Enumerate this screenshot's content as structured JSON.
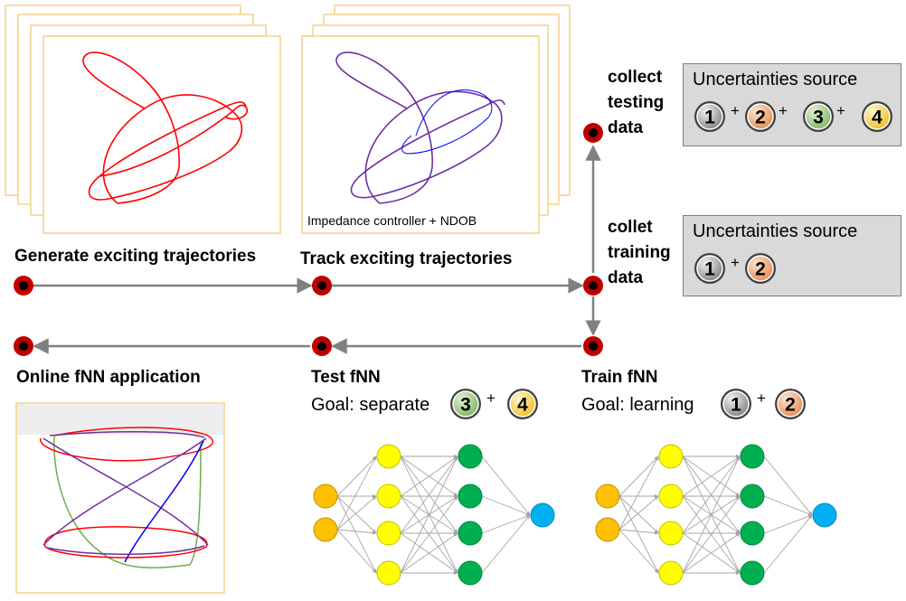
{
  "steps": {
    "generate": "Generate exciting trajectories",
    "track": "Track exciting trajectories",
    "online": "Online fNN application",
    "test": "Test fNN",
    "train": "Train fNN"
  },
  "goals": {
    "test": "Goal: separate",
    "train": "Goal: learning"
  },
  "collect_testing": [
    "collect",
    "testing",
    "data"
  ],
  "collet_training": [
    "collet",
    "training",
    "data"
  ],
  "uncertainty_title": "Uncertainties source",
  "track_caption": "Impedance controller + NDOB",
  "plus": "+",
  "sources": {
    "s1": {
      "num": "1",
      "color": "#a6a6a6"
    },
    "s2": {
      "num": "2",
      "color": "#f4b183"
    },
    "s3": {
      "num": "3",
      "color": "#a9d18e"
    },
    "s4": {
      "num": "4",
      "color": "#ffd966"
    }
  },
  "colors": {
    "arrow": "#808080",
    "node_outer": "#c00000",
    "node_inner": "#000000",
    "panel_border": "#f2d28a",
    "traj_red": "#ff0000",
    "traj_purple": "#7030a0",
    "traj_blue": "#0000ff",
    "traj_green": "#70ad47",
    "nn_input": "#ffc000",
    "nn_hidden1": "#ffff00",
    "nn_hidden2": "#00b050",
    "nn_output": "#00b0f0"
  }
}
